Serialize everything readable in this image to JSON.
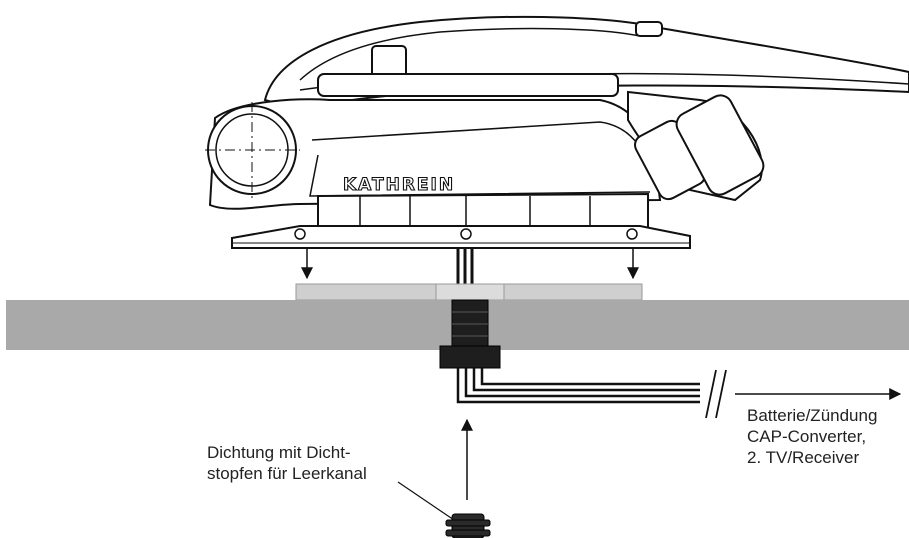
{
  "brand_logo": "KATHREIN",
  "labels": {
    "destinations": [
      "Batterie/Zündung",
      "CAP-Converter,",
      "2. TV/Receiver"
    ],
    "seal": [
      "Dichtung mit Dicht-",
      "stopfen für Leerkanal"
    ]
  },
  "colors": {
    "roof": "#a9a9a9",
    "plate": "#cfcfcf",
    "cable_gland": "#1e1e1e",
    "outline": "#111111"
  }
}
